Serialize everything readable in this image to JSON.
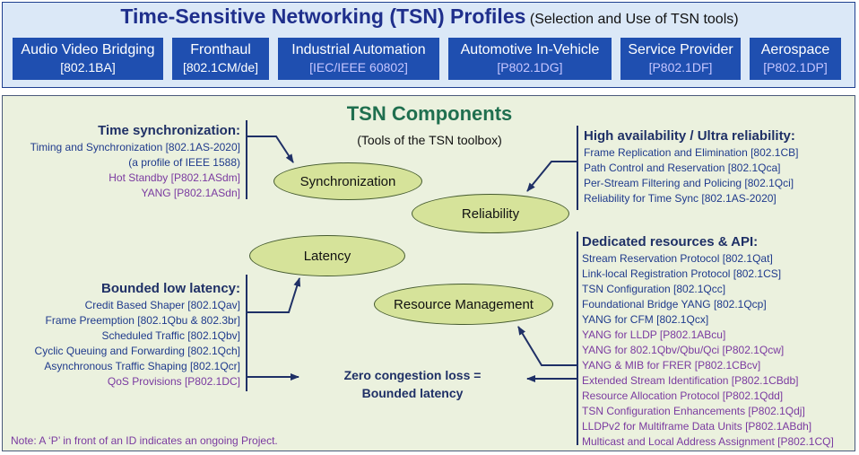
{
  "header": {
    "title": "Time-Sensitive Networking (TSN) Profiles",
    "subtitle": "(Selection and Use of TSN tools)"
  },
  "profiles": [
    {
      "name": "Audio Video Bridging",
      "std": "[802.1BA]",
      "project": false
    },
    {
      "name": "Fronthaul",
      "std": "[802.1CM/de]",
      "project": false
    },
    {
      "name": "Industrial Automation",
      "std": "[IEC/IEEE 60802]",
      "project": true
    },
    {
      "name": "Automotive In-Vehicle",
      "std": "[P802.1DG]",
      "project": true
    },
    {
      "name": "Service Provider",
      "std": "[P802.1DF]",
      "project": true
    },
    {
      "name": "Aerospace",
      "std": "[P802.1DP]",
      "project": true
    }
  ],
  "components": {
    "title": "TSN Components",
    "subtitle": "(Tools of the TSN toolbox)",
    "nodes": {
      "synchronization": "Synchronization",
      "reliability": "Reliability",
      "latency": "Latency",
      "resource_management": "Resource Management"
    },
    "time_sync": {
      "heading": "Time synchronization:",
      "items": [
        {
          "text": "Timing and Synchronization [802.1AS-2020]",
          "project": false
        },
        {
          "text": "(a profile of IEEE 1588)",
          "project": false
        },
        {
          "text": "Hot Standby [P802.1ASdm]",
          "project": true
        },
        {
          "text": "YANG [P802.1ASdn]",
          "project": true
        }
      ]
    },
    "reliability": {
      "heading": "High availability / Ultra reliability:",
      "items": [
        {
          "text": "Frame Replication and Elimination [802.1CB]",
          "project": false
        },
        {
          "text": "Path Control and Reservation [802.1Qca]",
          "project": false
        },
        {
          "text": "Per-Stream Filtering and Policing [802.1Qci]",
          "project": false
        },
        {
          "text": "Reliability for Time Sync [802.1AS-2020]",
          "project": false
        }
      ]
    },
    "latency": {
      "heading": "Bounded low latency:",
      "items": [
        {
          "text": "Credit Based Shaper [802.1Qav]",
          "project": false
        },
        {
          "text": "Frame Preemption [802.1Qbu & 802.3br]",
          "project": false
        },
        {
          "text": "Scheduled Traffic [802.1Qbv]",
          "project": false
        },
        {
          "text": "Cyclic Queuing and Forwarding [802.1Qch]",
          "project": false
        },
        {
          "text": "Asynchronous Traffic Shaping [802.1Qcr]",
          "project": false
        },
        {
          "text": "QoS Provisions [P802.1DC]",
          "project": true
        }
      ]
    },
    "resources": {
      "heading": "Dedicated resources & API:",
      "items": [
        {
          "text": "Stream Reservation Protocol [802.1Qat]",
          "project": false
        },
        {
          "text": "Link-local Registration Protocol [802.1CS]",
          "project": false
        },
        {
          "text": "TSN Configuration [802.1Qcc]",
          "project": false
        },
        {
          "text": "Foundational Bridge YANG [802.1Qcp]",
          "project": false
        },
        {
          "text": "YANG for CFM [802.1Qcx]",
          "project": false
        },
        {
          "text": "YANG for LLDP [P802.1ABcu]",
          "project": true
        },
        {
          "text": "YANG for 802.1Qbv/Qbu/Qci [P802.1Qcw]",
          "project": true
        },
        {
          "text": "YANG & MIB for FRER [P802.1CBcv]",
          "project": true
        },
        {
          "text": "Extended Stream Identification [P802.1CBdb]",
          "project": true
        },
        {
          "text": "Resource Allocation Protocol [P802.1Qdd]",
          "project": true
        },
        {
          "text": "TSN Configuration Enhancements [P802.1Qdj]",
          "project": true
        },
        {
          "text": "LLDPv2 for Multiframe Data Units [P802.1ABdh]",
          "project": true
        },
        {
          "text": "Multicast and Local Address Assignment [P802.1CQ]",
          "project": true
        }
      ]
    },
    "zero_congestion": {
      "line1": "Zero congestion loss =",
      "line2": "Bounded latency"
    }
  },
  "note": "Note: A ‘P’ in front of an ID indicates an ongoing Project.",
  "colors": {
    "title_blue": "#1f2f8c",
    "profile_box": "#1f4fb0",
    "component_green": "#1f6f4f",
    "standard_text": "#1f3a8c",
    "project_text": "#7a3aa0",
    "ellipse_fill": "#d6e39a"
  }
}
